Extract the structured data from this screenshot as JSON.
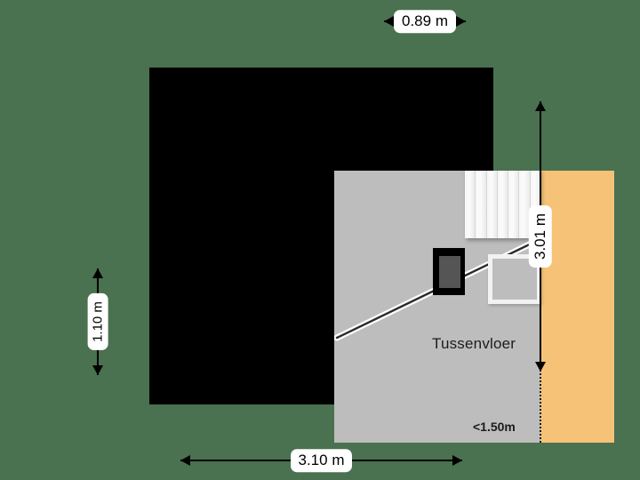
{
  "plan": {
    "room_label": "Tussenvloer",
    "height_note": "<1.50m",
    "colors": {
      "background": "#4a7150",
      "wall": "#000000",
      "floor_low": "#bdbdbd",
      "floor_high": "#f5c278",
      "window_glass": "#555555",
      "stairs": "#f5f5f5"
    }
  },
  "dimensions": {
    "top": {
      "value": "0.89 m",
      "orientation": "horizontal"
    },
    "right": {
      "value": "3.01 m",
      "orientation": "vertical"
    },
    "left": {
      "value": "1.10 m",
      "orientation": "vertical"
    },
    "bottom": {
      "value": "3.10 m",
      "orientation": "horizontal"
    }
  },
  "features": {
    "stairs": {
      "name": "staircase",
      "tread_count": 7
    },
    "hatch": {
      "name": "floor-hatch"
    },
    "window": {
      "name": "window"
    },
    "divider": {
      "name": "headroom-boundary"
    }
  }
}
